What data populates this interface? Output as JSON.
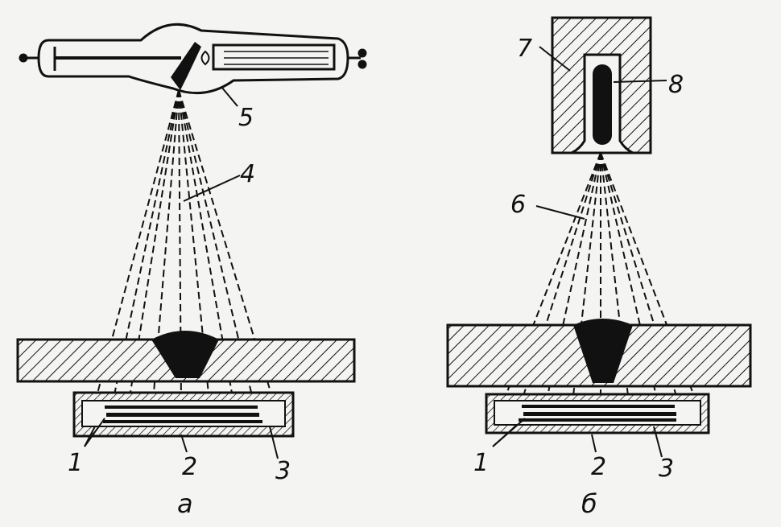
{
  "figure_a": {
    "caption": "а",
    "labels": {
      "l1": "1",
      "l2": "2",
      "l3": "3",
      "l4": "4",
      "l5": "5"
    }
  },
  "figure_b": {
    "caption": "б",
    "labels": {
      "l1": "1",
      "l2": "2",
      "l3": "3",
      "l6": "6",
      "l7": "7",
      "l8": "8"
    }
  },
  "colors": {
    "ink": "#111111",
    "paper": "#f4f4f2"
  }
}
